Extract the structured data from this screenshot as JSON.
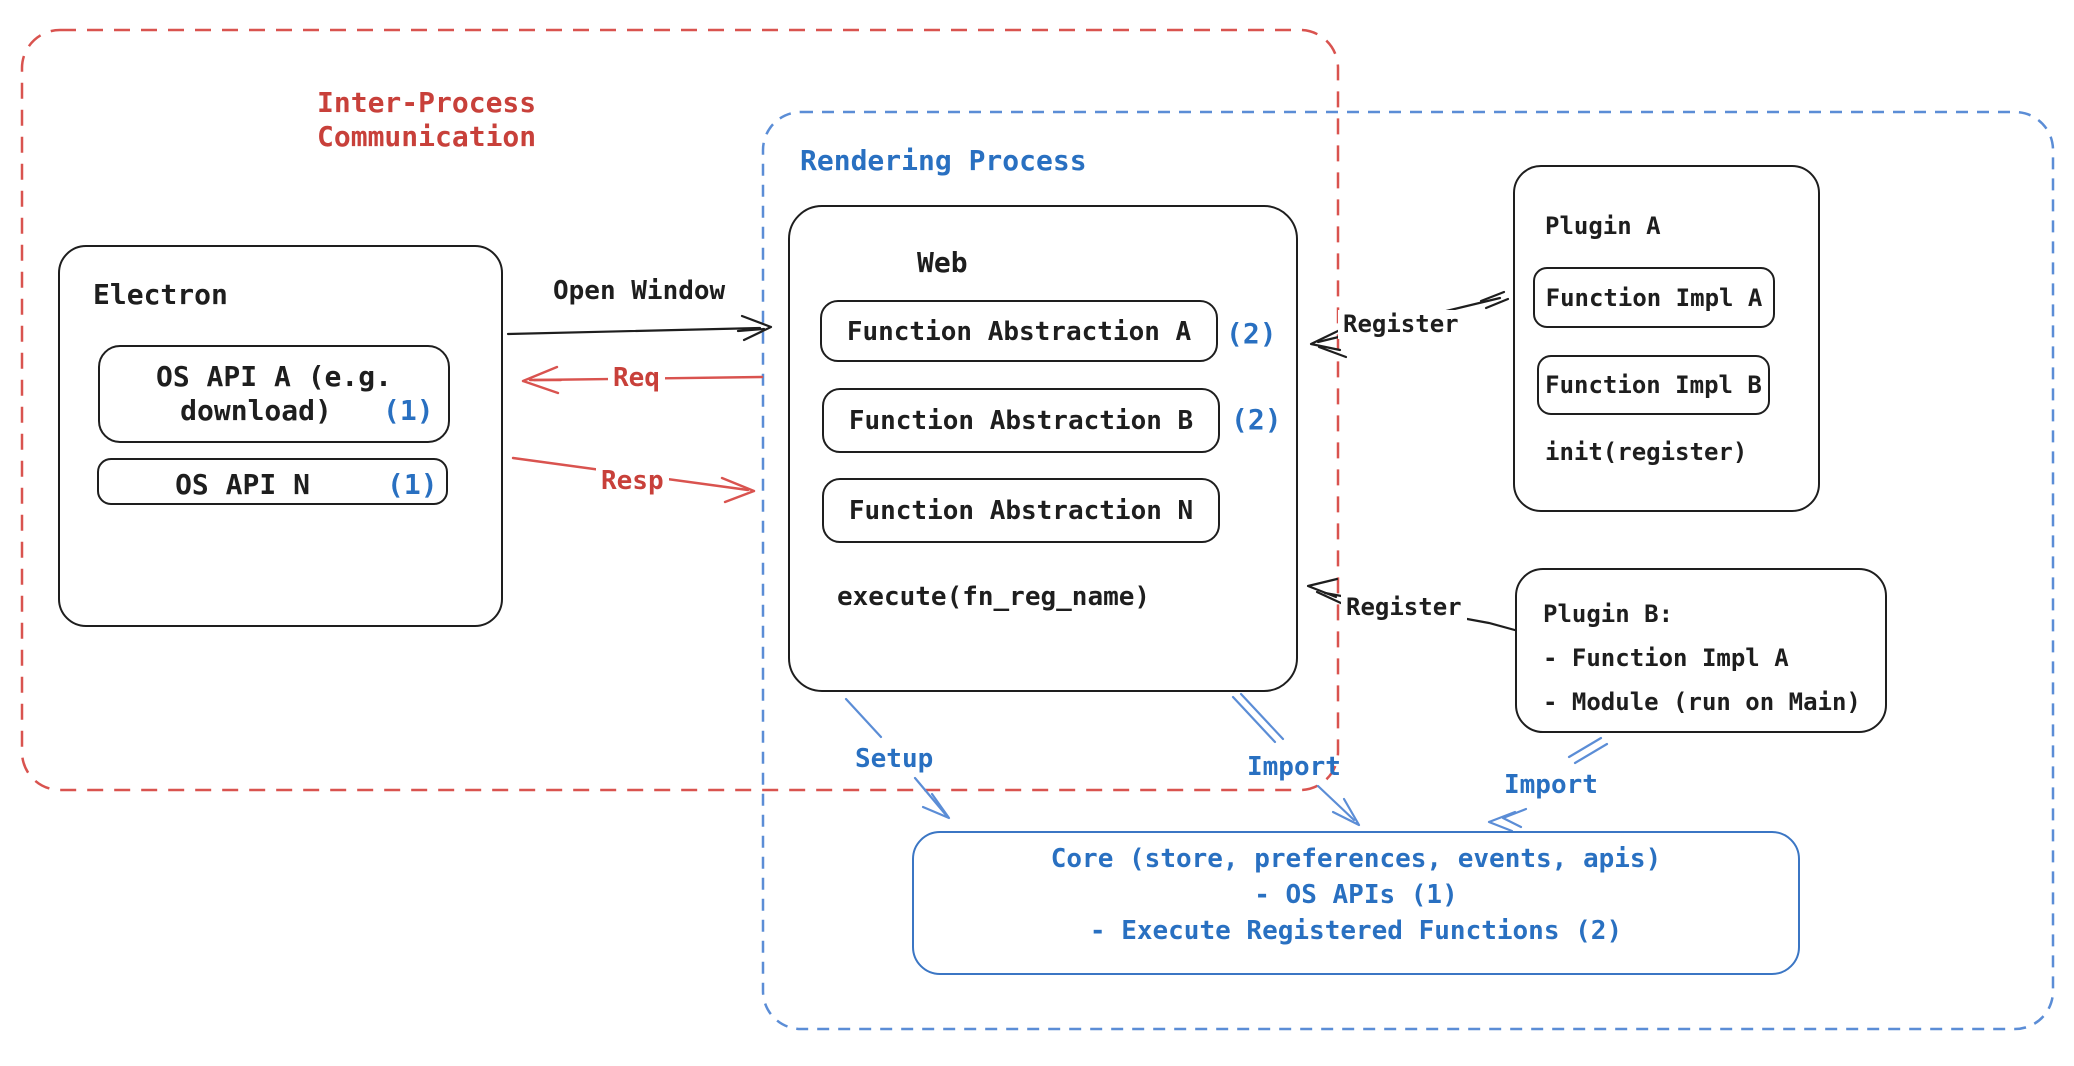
{
  "colors": {
    "red_stroke": "#d9534f",
    "red_text": "#c8403a",
    "blue_text": "#2970c1",
    "blue_stroke": "#5b8dd6",
    "core_border": "#3b76c4",
    "black": "#1e1e1e"
  },
  "ipc": {
    "label_line1": "Inter-Process",
    "label_line2": "Communication"
  },
  "rendering": {
    "label": "Rendering Process"
  },
  "electron": {
    "title": "Electron",
    "api_a": {
      "line1": "OS API A (e.g.",
      "line2": "download)",
      "badge": "(1)"
    },
    "api_n": {
      "label": "OS API N",
      "badge": "(1)"
    }
  },
  "web": {
    "title": "Web",
    "fa_a": {
      "label": "Function Abstraction A",
      "badge": "(2)"
    },
    "fa_b": {
      "label": "Function Abstraction B",
      "badge": "(2)"
    },
    "fa_n": {
      "label": "Function Abstraction N"
    },
    "execute": "execute(fn_reg_name)"
  },
  "plugin_a": {
    "title": "Plugin A",
    "impl_a": "Function Impl A",
    "impl_b": "Function Impl B",
    "init": "init(register)"
  },
  "plugin_b": {
    "title": "Plugin B:",
    "item1": "- Function Impl A",
    "item2": "- Module (run on Main)"
  },
  "core": {
    "line1": "Core (store, preferences, events, apis)",
    "line2": "- OS APIs (1)",
    "line3": "- Execute Registered Functions (2)"
  },
  "arrows": {
    "open_window": "Open Window",
    "req": "Req",
    "resp": "Resp",
    "register_top": "Register",
    "register_bottom": "Register",
    "setup": "Setup",
    "import_web": "Import",
    "import_plugin": "Import"
  }
}
